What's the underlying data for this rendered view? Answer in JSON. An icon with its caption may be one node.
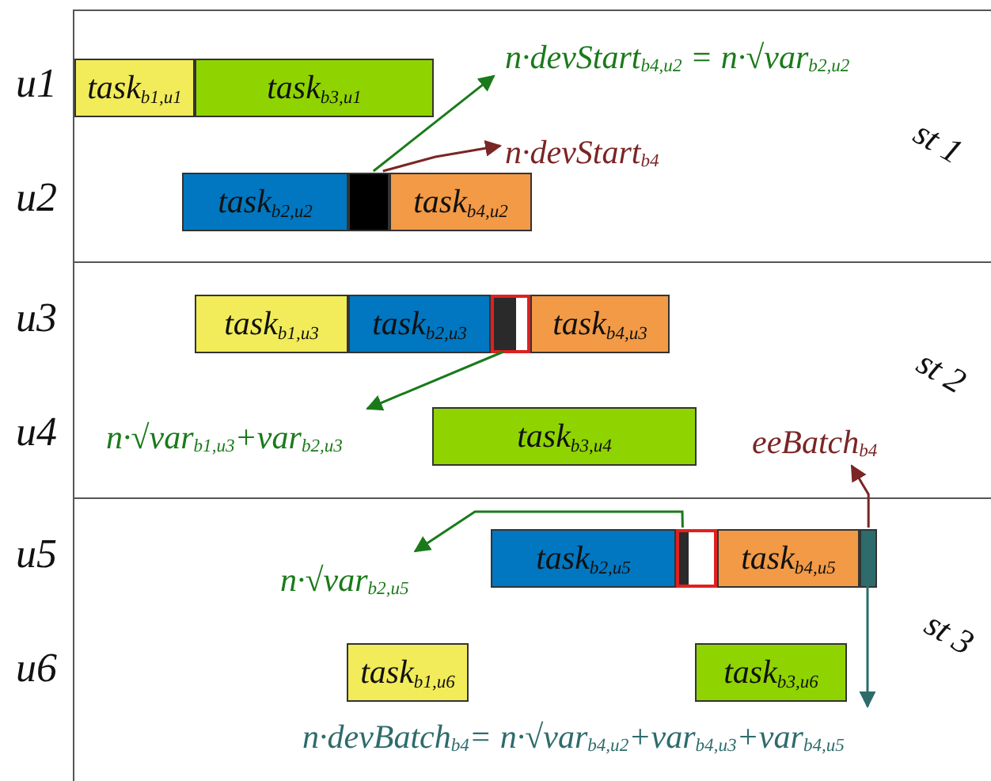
{
  "diagram": {
    "nodes": [
      {
        "text": [
          "st 1"
        ]
      },
      {
        "text": [
          "task$_{b1,u1}$"
        ],
        "in": 0
      },
      {
        "text": [
          "task$_{b3,u1}$"
        ],
        "in": 0
      },
      {
        "text": [
          "task$_{b2,u2}$"
        ],
        "in": 0
      },
      {
        "text": [],
        "shape": "bar",
        "in": 0
      },
      {
        "text": [
          "task$_{b4,u2}$"
        ],
        "in": 0
      },
      {
        "text": [
          "n·devStart$_{b4,u2}$ = n·√var$_{b2,u2}$"
        ],
        "in": 0
      },
      {
        "text": [
          "n·devStart$_{b4}$"
        ],
        "in": 0
      },
      {
        "text": [
          "st 2"
        ]
      },
      {
        "text": [
          "task$_{b1,u3}$"
        ],
        "in": 8
      },
      {
        "text": [
          "task$_{b2,u3}$"
        ],
        "in": 8
      },
      {
        "text": [],
        "shape": "box",
        "in": 8
      },
      {
        "text": [
          "task$_{b4,u3}$"
        ],
        "in": 8
      },
      {
        "text": [
          "n·√var$_{b1,u3}$+var$_{b2,u3}$"
        ],
        "in": 8
      },
      {
        "text": [
          "task$_{b3,u4}$"
        ],
        "in": 8
      },
      {
        "text": [
          "eeBatch$_{b4}$"
        ],
        "in": 8
      },
      {
        "text": [
          "st 3"
        ]
      },
      {
        "text": [
          "task$_{b2,u5}$"
        ],
        "in": 16
      },
      {
        "text": [],
        "shape": "box",
        "in": 16
      },
      {
        "text": [
          "task$_{b4,u5}$"
        ],
        "in": 16
      },
      {
        "text": [],
        "shape": "bar",
        "in": 16
      },
      {
        "text": [
          "n·√var$_{b2,u5}$"
        ],
        "in": 16
      },
      {
        "text": [
          "task$_{b1,u6}$"
        ],
        "in": 16
      },
      {
        "text": [
          "task$_{b3,u6}$"
        ],
        "in": 16
      },
      {
        "text": [
          "n·devBatch$_{b4}$= n·√var$_{b4,u2}$+var$_{b4,u3}$+var$_{b4,u5}$"
        ],
        "in": 16
      }
    ],
    "edges": [
      {
        "from": 4,
        "to": 6,
        "arrow": "to"
      },
      {
        "from": 4,
        "to": 7,
        "arrow": "to",
        "color": "#7b2525"
      },
      {
        "from": 11,
        "to": 13,
        "arrow": "to"
      },
      {
        "from": 18,
        "to": 21,
        "arrow": "to"
      },
      {
        "from": 20,
        "to": 15,
        "arrow": "to",
        "color": "#7b2525"
      },
      {
        "from": 20,
        "to": 24,
        "arrow": "to",
        "color": "#2e6b6b"
      }
    ],
    "labels": [
      "u1",
      "u2",
      "u3",
      "u4",
      "u5",
      "u6"
    ]
  }
}
